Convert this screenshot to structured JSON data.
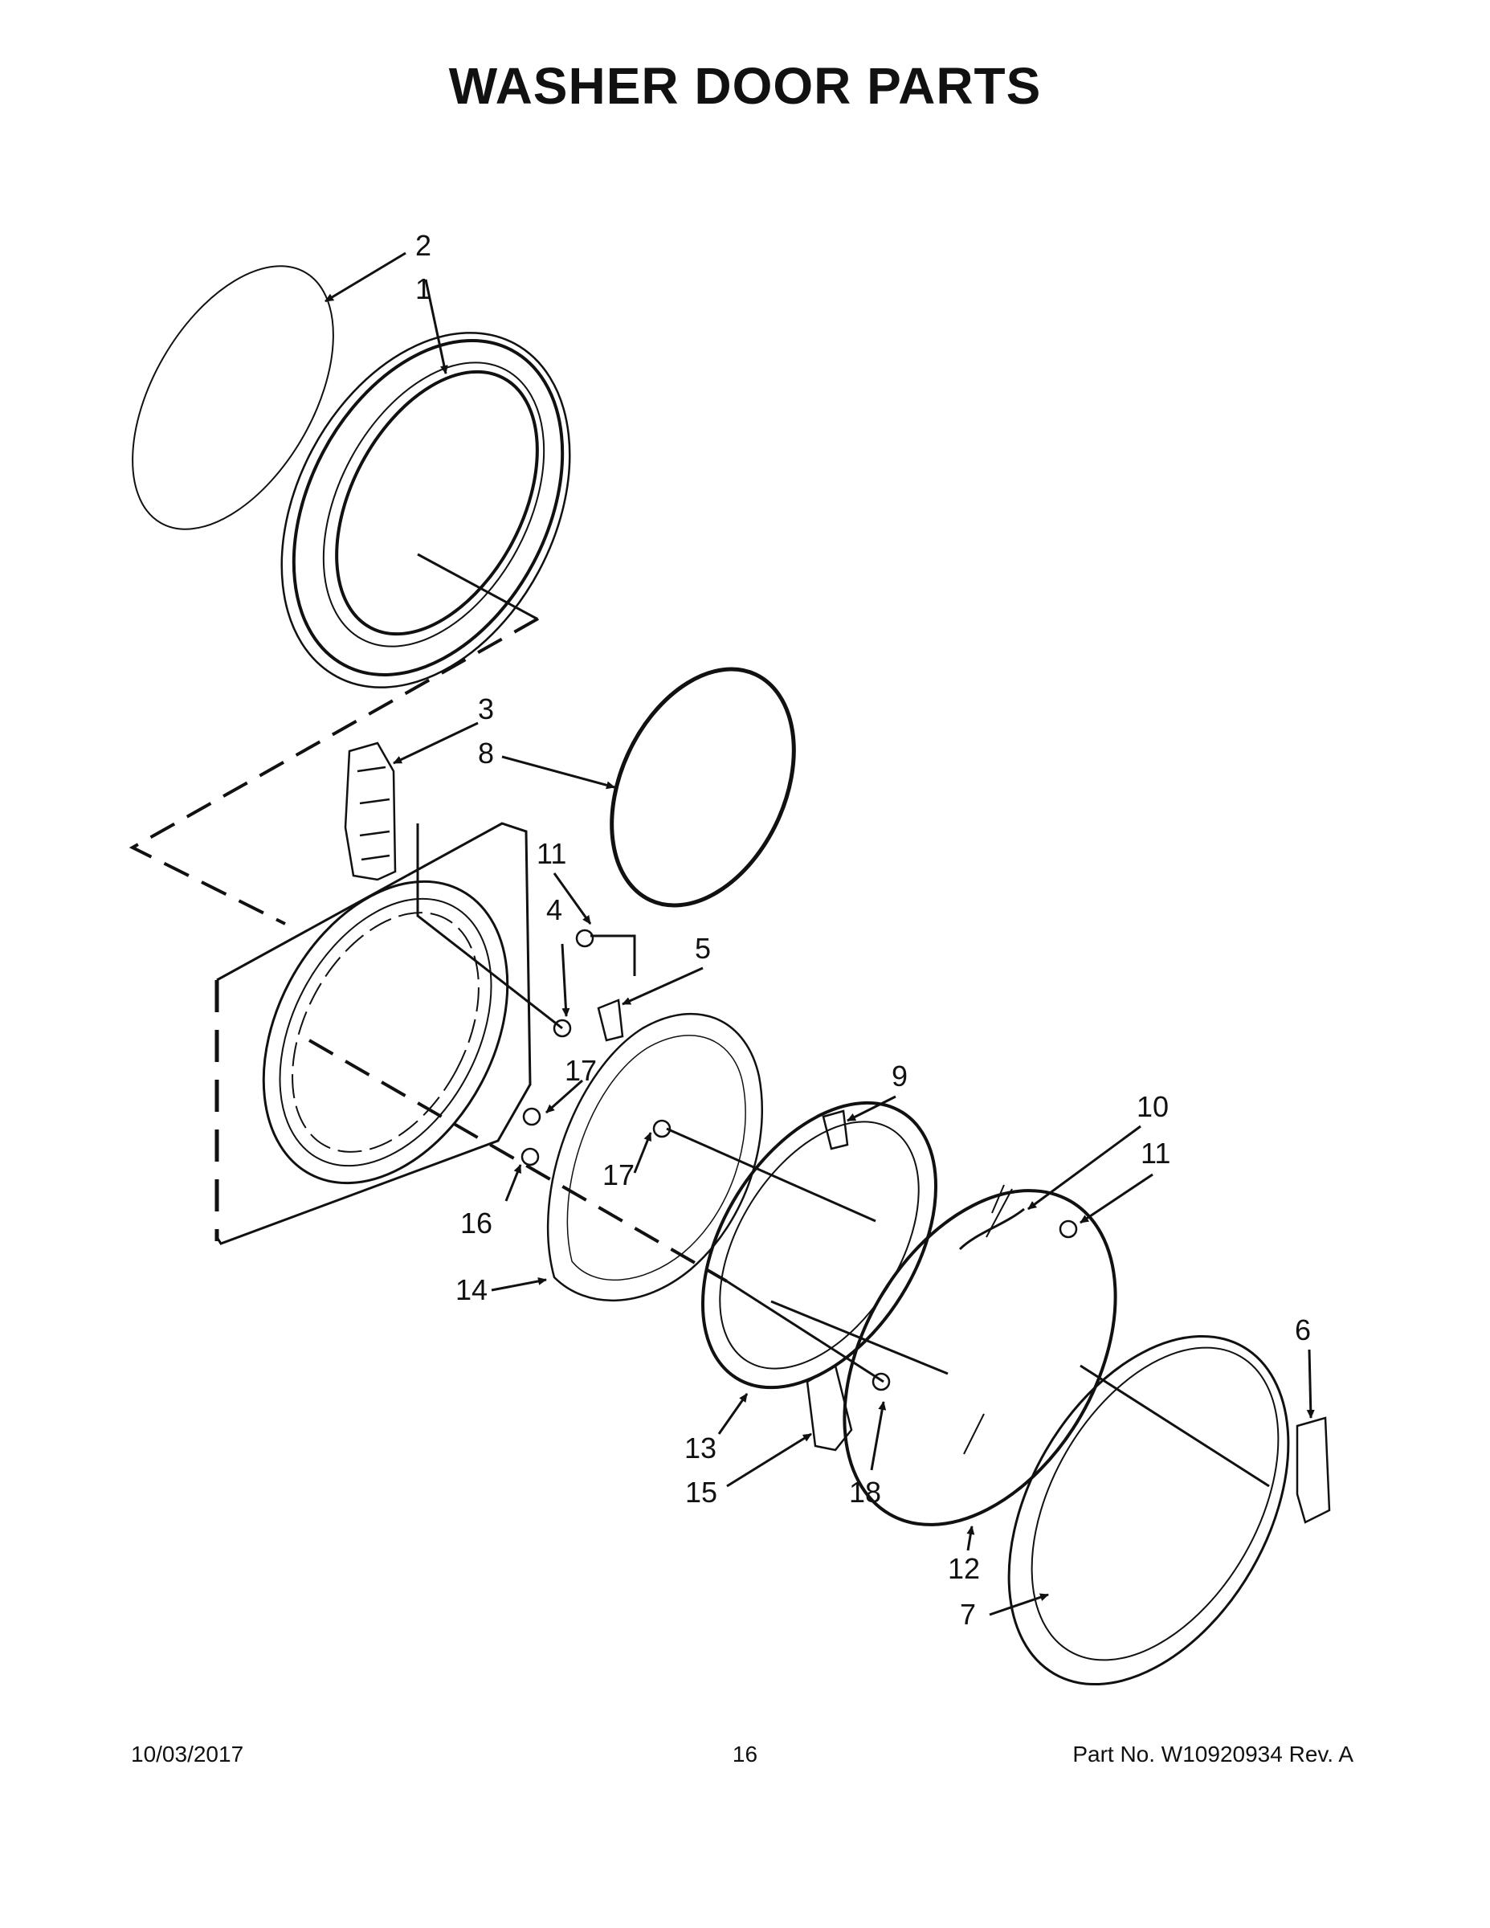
{
  "title": "WASHER DOOR PARTS",
  "callouts": [
    "2",
    "1",
    "3",
    "8",
    "11",
    "4",
    "5",
    "17",
    "9",
    "10",
    "11",
    "17",
    "16",
    "14",
    "6",
    "13",
    "15",
    "18",
    "12",
    "7"
  ],
  "footer": {
    "date": "10/03/2017",
    "page": "16",
    "part_no": "Part No.  W10920934  Rev.  A"
  }
}
